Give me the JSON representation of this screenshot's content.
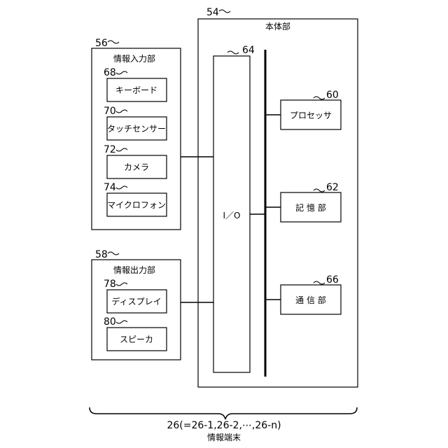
{
  "main_body": {
    "ref": "54",
    "label": "本体部"
  },
  "io": {
    "ref": "64",
    "label": "I／O"
  },
  "processor": {
    "ref": "60",
    "label": "プロセッサ"
  },
  "memory": {
    "ref": "62",
    "label": "記 憶 部"
  },
  "comm": {
    "ref": "66",
    "label": "通 信 部"
  },
  "input_unit": {
    "ref": "56",
    "label": "情報入力部",
    "items": [
      {
        "ref": "68",
        "label": "キーボード"
      },
      {
        "ref": "70",
        "label": "タッチセンサー"
      },
      {
        "ref": "72",
        "label": "カメラ"
      },
      {
        "ref": "74",
        "label": "マイクロフォン"
      }
    ]
  },
  "output_unit": {
    "ref": "58",
    "label": "情報出力部",
    "items": [
      {
        "ref": "78",
        "label": "ディスプレイ"
      },
      {
        "ref": "80",
        "label": "スピーカ"
      }
    ]
  },
  "terminal": {
    "ref": "26(=26-1,26-2,⋯,26-n)",
    "label": "情報端末"
  }
}
